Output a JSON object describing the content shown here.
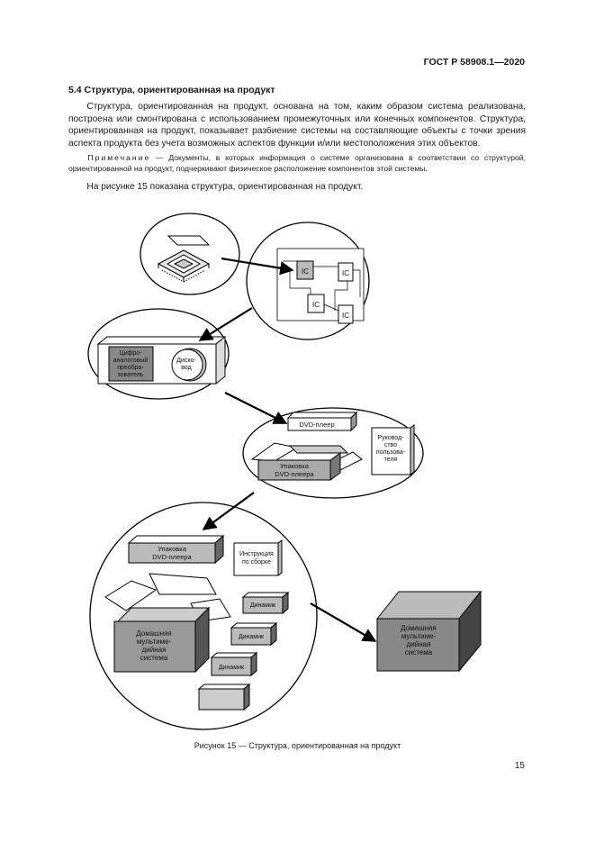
{
  "header": {
    "standard": "ГОСТ Р 58908.1—2020"
  },
  "section": {
    "title": "5.4 Структура, ориентированная на продукт"
  },
  "body": {
    "paragraph1": "Структура, ориентированная на продукт, основана на том, каким образом система реализована, построена или смонтирована с использованием промежуточных или конечных компонентов. Структура, ориентированная на продукт, показывает разбиение системы на составляющие объекты с точки зрения аспекта продукта без учета возможных аспектов функции и/или местоположения этих объектов.",
    "note_lead": "Примечание",
    "note_text": " — Документы, в которых информация о системе организована в соответствии со структурой, ориентированной на продукт, подчеркивают физическое расположение компонентов этой системы.",
    "paragraph2": "На рисунке 15 показана структура, ориентированная на продукт."
  },
  "figure": {
    "ic_labels": [
      "IC",
      "IC",
      "IC",
      "IC"
    ],
    "dac_label": [
      "Цифро-",
      "аналоговый",
      "преобра-",
      "зователь"
    ],
    "disk_label": [
      "Диско-",
      "вод"
    ],
    "dvd_player": "DVD-плеер",
    "manual": [
      "Руковод-",
      "ство",
      "пользова-",
      "теля"
    ],
    "dvd_package": [
      "Упаковка",
      "DVD-плеера"
    ],
    "assembly_instr": [
      "Инструкция",
      "по сборке"
    ],
    "speaker": "Динамик",
    "home_system": [
      "Домашняя",
      "мультиме-",
      "дийная",
      "система"
    ]
  },
  "caption": "Рисунок 15 — Структура, ориентированная на продукт",
  "page_number": "15"
}
